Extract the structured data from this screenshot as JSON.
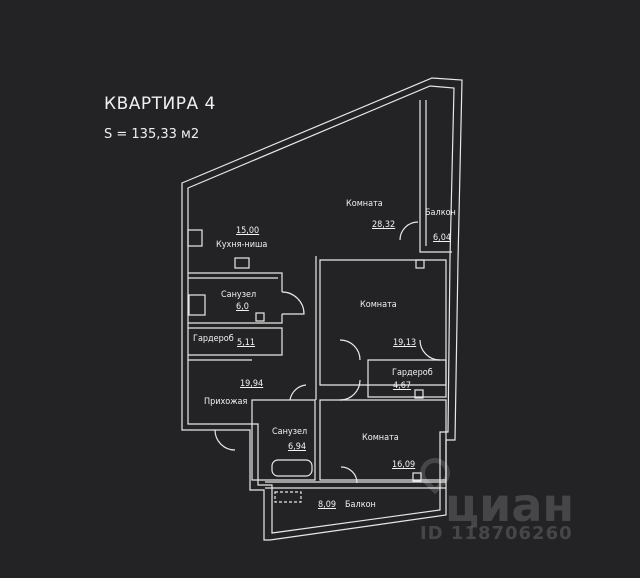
{
  "header": {
    "title": "КВАРТИРА 4",
    "area": "S = 135,33 м2"
  },
  "rooms": [
    {
      "name": "Комната",
      "area": "28,32"
    },
    {
      "name": "Балкон",
      "area": "6,04"
    },
    {
      "name": "Кухня-ниша",
      "area": "15,00"
    },
    {
      "name": "Санузел",
      "area": "6,0"
    },
    {
      "name": "Гардероб",
      "area": "5,11"
    },
    {
      "name": "Комната",
      "area": "19,13"
    },
    {
      "name": "Гардероб",
      "area": "4,67"
    },
    {
      "name": "Прихожая",
      "area": "19,94"
    },
    {
      "name": "Санузел",
      "area": "6,94"
    },
    {
      "name": "Комната",
      "area": "16,09"
    },
    {
      "name": "Балкон",
      "area": "8,09"
    }
  ],
  "watermark": {
    "brand": "циан",
    "id": "ID 118706260"
  }
}
